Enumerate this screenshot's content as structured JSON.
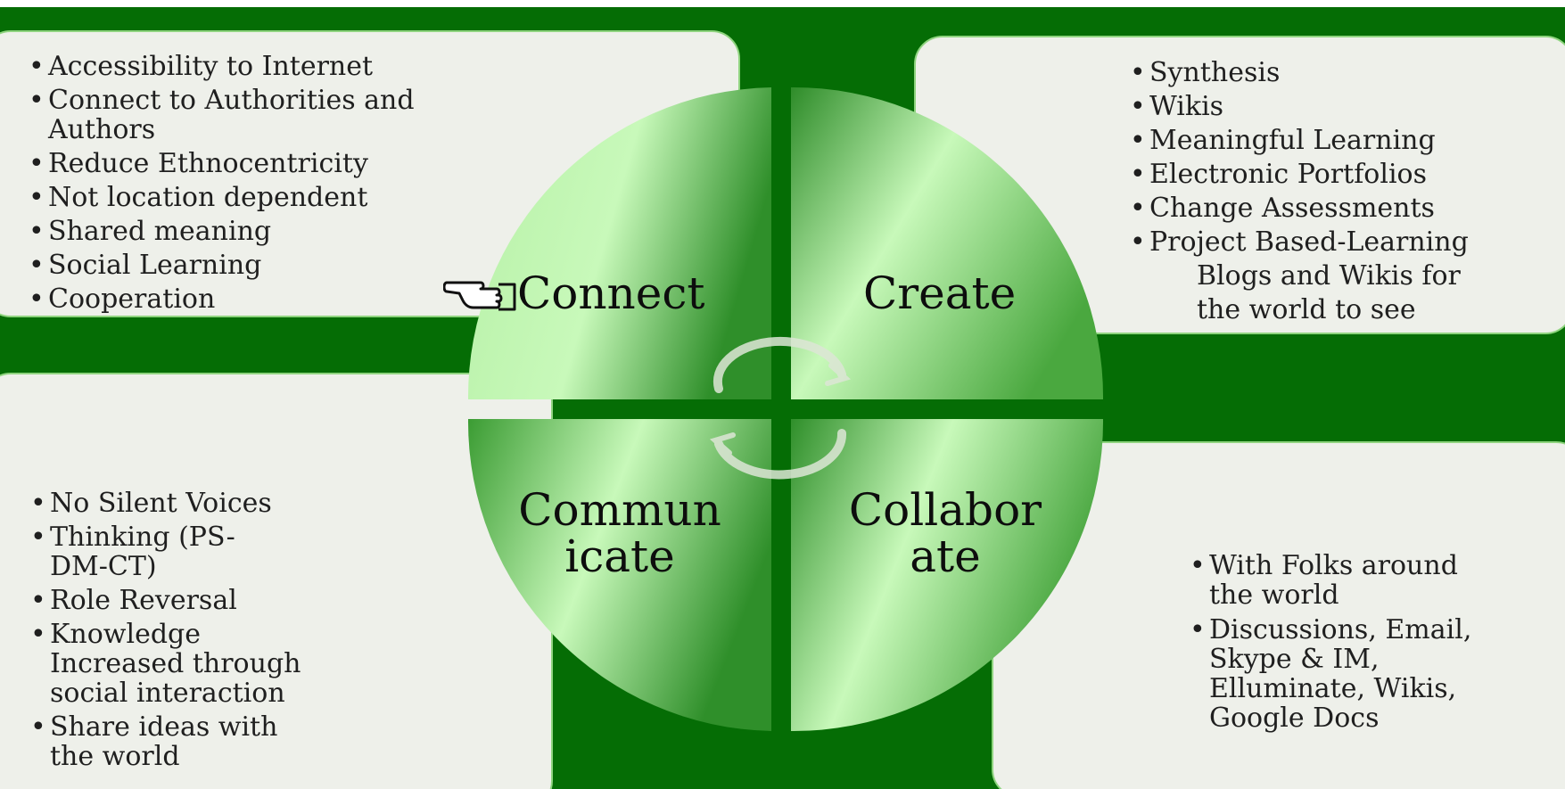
{
  "quadrants": {
    "connect": "Connect",
    "create": "Create",
    "communicate": [
      "Commun",
      "icate"
    ],
    "collaborate": [
      "Collabor",
      "ate"
    ]
  },
  "connect_points": [
    "Accessibility to Internet",
    "Connect to Authorities and",
    "Authors",
    "Reduce Ethnocentricity",
    "Not location dependent",
    "Shared meaning",
    "Social Learning",
    "Cooperation"
  ],
  "create_points": [
    "Synthesis",
    "Wikis",
    "Meaningful Learning",
    "Electronic Portfolios",
    "Change Assessments",
    "Project Based-Learning",
    "Blogs and Wikis for",
    "the  world to see"
  ],
  "communicate_points": [
    "No Silent Voices",
    "Thinking (PS-",
    "DM-CT)",
    "Role Reversal",
    "Knowledge",
    "Increased through",
    "social interaction",
    "Share ideas with",
    "the world"
  ],
  "collaborate_points": [
    "With Folks around",
    "the world",
    "Discussions, Email,",
    "Skype & IM,",
    "Elluminate, Wikis,",
    "Google Docs"
  ],
  "colors": {
    "background": "#056d05",
    "box_fill": "#eef0ea",
    "box_border": "#8fd47f",
    "quadrant_light": "#c6f8b8",
    "quadrant_dark": "#2f8f2a"
  },
  "icons": [
    "hand-pointer-icon",
    "cycle-arrows-icon"
  ]
}
